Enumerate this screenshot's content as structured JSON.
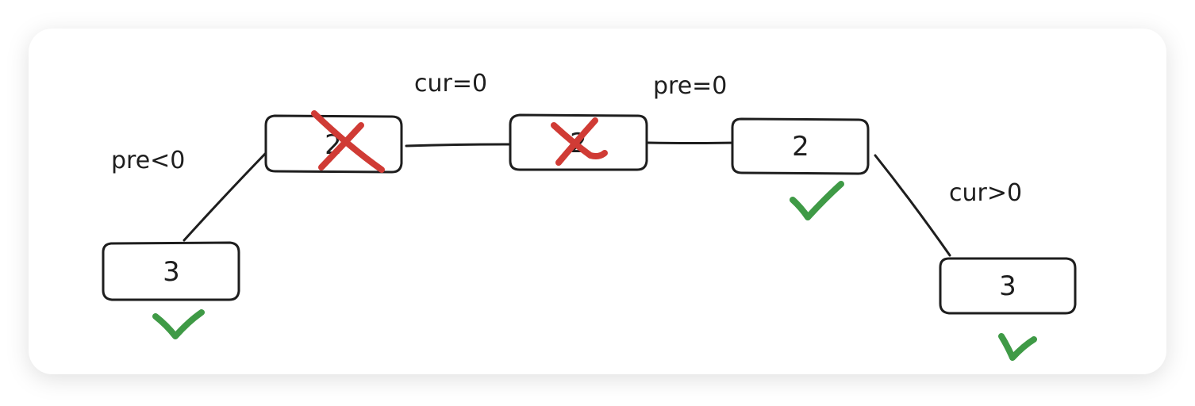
{
  "colors": {
    "card_background": "#ffffff",
    "stroke": "#1e1e1e",
    "cross_red": "#d03b35",
    "check_green": "#3f9a46"
  },
  "nodes": [
    {
      "id": "node-1",
      "value": "3",
      "status": "kept"
    },
    {
      "id": "node-2",
      "value": "2",
      "status": "removed"
    },
    {
      "id": "node-3",
      "value": "2",
      "status": "removed"
    },
    {
      "id": "node-4",
      "value": "2",
      "status": "kept"
    },
    {
      "id": "node-5",
      "value": "3",
      "status": "kept"
    }
  ],
  "labels": {
    "pre_lt_0": "pre<0",
    "cur_eq_0": "cur=0",
    "pre_eq_0": "pre=0",
    "cur_gt_0": "cur>0"
  },
  "icons": {
    "removed": "cross-icon",
    "kept": "checkmark-icon"
  }
}
